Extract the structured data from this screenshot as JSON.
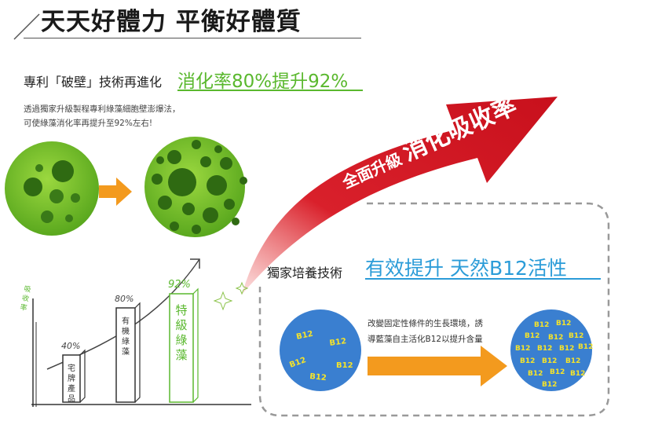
{
  "header": {
    "title": "天天好體力 平衡好體質"
  },
  "patent": {
    "heading": "專利「破壁」技術再進化",
    "highlight": "消化率80%提升92%",
    "desc_lines": [
      "透過獨家升級製程專利綠藻細胞壁澎爆法，",
      "可使綠藻消化率再提升至92%左右!"
    ]
  },
  "upgrade": {
    "small_text": "全面升級",
    "large_text": "消化吸收率",
    "arrow_color": "#d9202b"
  },
  "culture": {
    "heading": "獨家培養技術",
    "highlight": "有效提升 天然B12活性",
    "note_lines": [
      "改變固定性條件的生長環境，誘",
      "導藍藻自主活化B12以提升含量"
    ],
    "b12_label": "B12"
  },
  "bar_chart": {
    "axis_label": "吸收率",
    "bars": [
      {
        "label": "宅牌產品",
        "percent_label": "40%",
        "value": 40
      },
      {
        "label": "有機綠藻",
        "percent_label": "80%",
        "value": 80
      },
      {
        "label": "特級綠藻",
        "percent_label": "92%",
        "value": 92
      }
    ]
  },
  "colors": {
    "green": "#5ab82e",
    "blue": "#2b9cd8",
    "orange": "#f39a1e",
    "red": "#d9202b",
    "cell_green": "#7bc62d",
    "b12_blue": "#3a7fd0",
    "b12_text": "#f5e32a"
  }
}
